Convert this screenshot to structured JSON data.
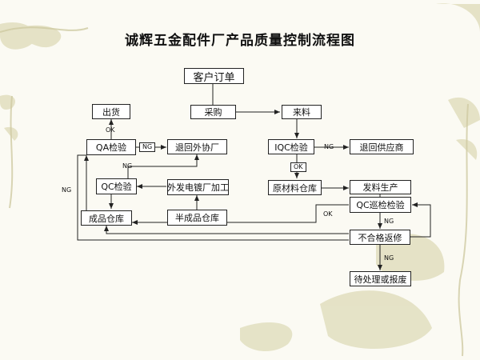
{
  "title": "诚辉五金配件厂产品质量控制流程图",
  "nodes": {
    "order": "客户订单",
    "shipping": "出货",
    "purchase": "采购",
    "incoming": "来料",
    "qa_inspect": "QA检验",
    "return_outsource": "退回外协厂",
    "iqc_inspect": "IQC检验",
    "return_supplier": "退回供应商",
    "qc_inspect": "QC检验",
    "plating": "外发电镀厂加工",
    "raw_warehouse": "原材料仓库",
    "production": "发料生产",
    "patrol_inspect": "QC巡检检验",
    "finished_warehouse": "成品仓库",
    "semi_warehouse": "半成品仓库",
    "rework": "不合格返修",
    "pending": "待处理或报废"
  },
  "labels": {
    "ok": "OK",
    "ng": "NG"
  },
  "colors": {
    "line": "#222222",
    "node_bg": "#ffffff",
    "background": "#fbfaf3",
    "decoration": "#d9d6b0"
  }
}
